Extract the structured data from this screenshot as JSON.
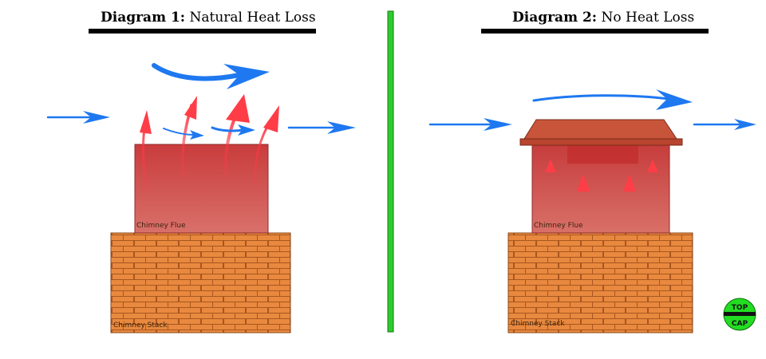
{
  "panel_left": {
    "title_bold": "Diagram 1:",
    "title_rest": " Natural Heat Loss",
    "flue_label": "Chimney Flue",
    "stack_label": "Chimney Stack"
  },
  "panel_right": {
    "title_bold": "Diagram 2:",
    "title_rest": " No Heat Loss",
    "flue_label": "Chimney Flue",
    "stack_label": "Chimney Stack"
  },
  "logo": {
    "line1": "TOP",
    "line2": "CAP"
  },
  "colors": {
    "wind_arrow": "#1e78f0",
    "heat_arrow": "#f5414a",
    "divider": "#2ecc2e",
    "flue": "#c84a4a",
    "brick": "#e8893f",
    "mortar": "#b05a22",
    "cap": "#c8553a",
    "logo_bg": "#22dd22"
  },
  "icons": [
    "wind-arrow-icon",
    "heat-arrow-icon",
    "chimney-cap-icon",
    "logo-icon"
  ]
}
